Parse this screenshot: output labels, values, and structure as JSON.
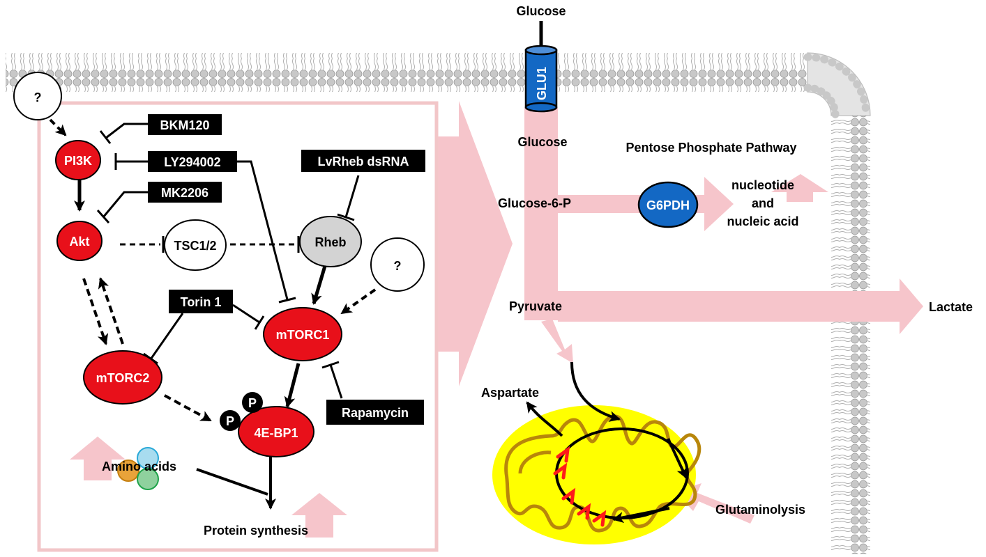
{
  "colors": {
    "node_red": "#e8101a",
    "node_grey": "#d3d3d3",
    "enzyme_blue": "#1368c4",
    "flow_pink": "#f6c5cb",
    "frame_pink": "#f2c6c8",
    "membrane_grey": "#c8c8c8",
    "mito_yellow": "#ffff00",
    "mito_brown": "#b8860b",
    "tca_red": "#ff1a1a"
  },
  "signaling": {
    "unknown_top": "?",
    "unknown_right": "?",
    "pi3k": "PI3K",
    "akt": "Akt",
    "tsc": "TSC1/2",
    "rheb": "Rheb",
    "mtorc1": "mTORC1",
    "mtorc2": "mTORC2",
    "eb1": "4E-BP1",
    "p_label": "P",
    "amino_acids": "Amino acids",
    "protein_synthesis": "Protein synthesis"
  },
  "inhibitors": {
    "bkm120": "BKM120",
    "ly294002": "LY294002",
    "mk2206": "MK2206",
    "lvrheb": "LvRheb dsRNA",
    "torin1": "Torin 1",
    "rapamycin": "Rapamycin"
  },
  "metabolism": {
    "glucose_out": "Glucose",
    "glu1": "GLU1",
    "glucose_in": "Glucose",
    "ppp_title": "Pentose Phosphate Pathway",
    "g6p": "Glucose-6-P",
    "g6pdh": "G6PDH",
    "nucleotide_1": "nucleotide",
    "nucleotide_2": "and",
    "nucleotide_3": "nucleic acid",
    "pyruvate": "Pyruvate",
    "lactate": "Lactate",
    "aspartate": "Aspartate",
    "glutaminolysis": "Glutaminolysis"
  }
}
